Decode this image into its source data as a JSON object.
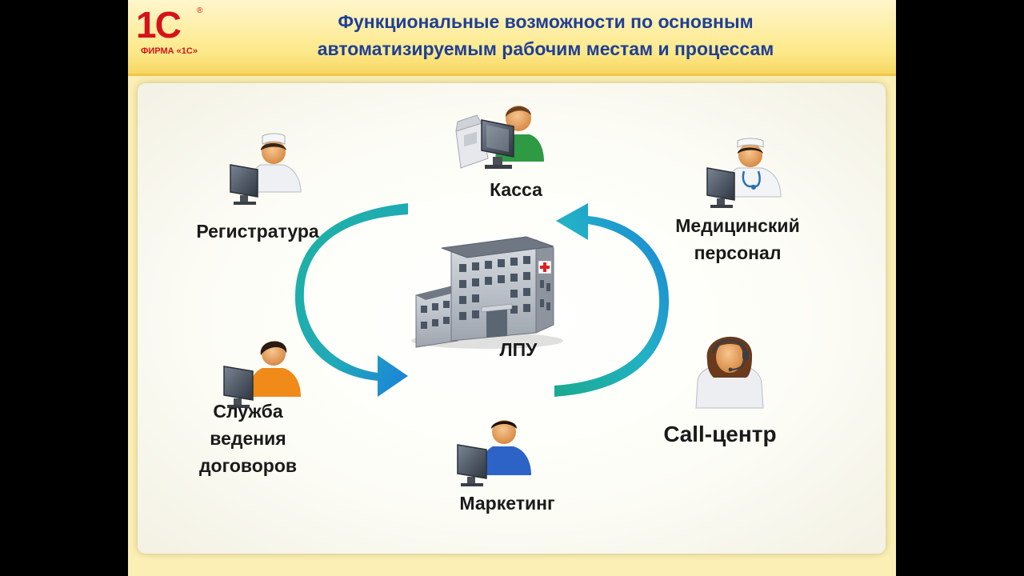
{
  "header": {
    "logo": {
      "main": "1С",
      "sub": "ФИРМА «1С»",
      "mark": "®"
    },
    "title_line1": "Функциональные возможности по основным",
    "title_line2": "автоматизируемым рабочим местам и процессам"
  },
  "nodes": {
    "kassa": "Касса",
    "registratura": "Регистратура",
    "medpersonal_line1": "Медицинский",
    "medpersonal_line2": "персонал",
    "lpu": "ЛПУ",
    "sluzhba_line1": "Служба",
    "sluzhba_line2": "ведения",
    "sluzhba_line3": "договоров",
    "callcenter": "Call-центр",
    "marketing": "Маркетинг"
  },
  "icons": {
    "kassa": "cashier-workstation-icon",
    "registratura": "receptionist-icon",
    "medpersonal": "doctor-icon",
    "lpu": "hospital-building-icon",
    "sluzhba": "contract-service-operator-icon",
    "callcenter": "call-center-operator-icon",
    "marketing": "marketing-operator-icon"
  },
  "colors": {
    "title": "#1f3f96",
    "logo": "#d7111a",
    "arrow_teal": "#1aaa9b",
    "arrow_blue": "#1a7fd8",
    "header_bg": "#fde98a"
  }
}
